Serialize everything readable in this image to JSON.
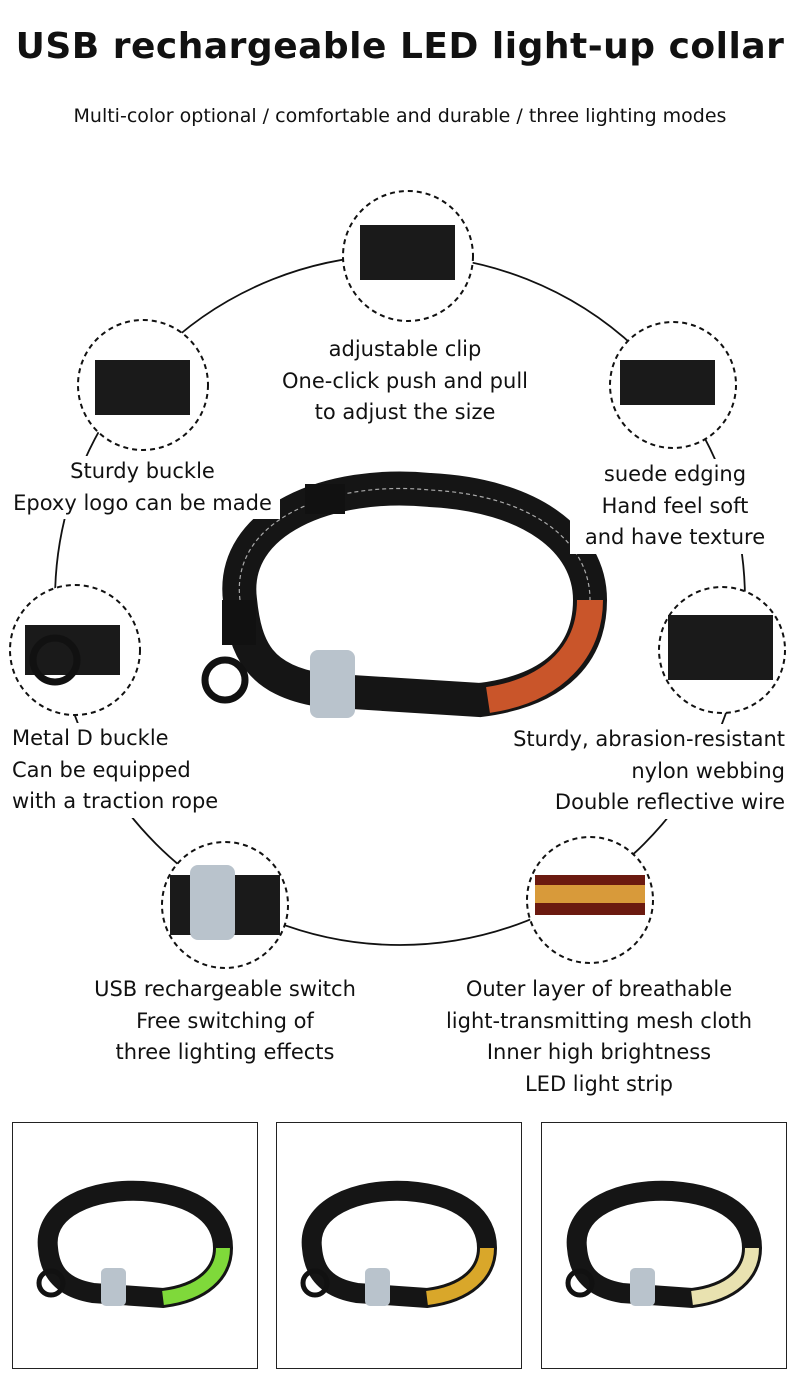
{
  "title": "USB rechargeable LED light-up collar",
  "subtitle": "Multi-color optional / comfortable and durable / three lighting modes",
  "features": {
    "clip": [
      "adjustable clip",
      "One-click push and pull",
      "to adjust the size"
    ],
    "buckle": [
      "Sturdy buckle",
      "Epoxy logo can be made"
    ],
    "suede": [
      "suede edging",
      "Hand feel soft",
      "and have texture"
    ],
    "d_ring": [
      "Metal D buckle",
      "Can be equipped",
      "with a traction rope"
    ],
    "webbing": [
      "Sturdy, abrasion-resistant",
      "nylon webbing",
      "Double reflective wire"
    ],
    "usb": [
      "USB rechargeable switch",
      "Free switching of",
      "three lighting effects"
    ],
    "mesh": [
      "Outer layer of breathable",
      "light-transmitting mesh cloth",
      "Inner high brightness",
      "LED light strip"
    ]
  },
  "variants": [
    {
      "color": "#7fd93a"
    },
    {
      "color": "#d9a72a"
    },
    {
      "color": "#e9e2b0"
    }
  ],
  "main_strip_color": "#c9552a"
}
